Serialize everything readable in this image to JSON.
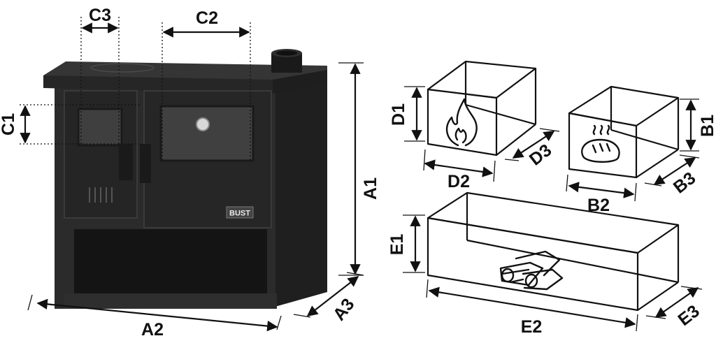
{
  "labels": {
    "a1": "A1",
    "a2": "A2",
    "a3": "A3",
    "b1": "B1",
    "b2": "B2",
    "b3": "B3",
    "c1": "C1",
    "c2": "C2",
    "c3": "C3",
    "d1": "D1",
    "d2": "D2",
    "d3": "D3",
    "e1": "E1",
    "e2": "E2",
    "e3": "E3"
  },
  "brand": "BUST",
  "colors": {
    "stove_body": "#2b2b2b",
    "stove_top": "#323232",
    "stove_dark": "#1c1c1c",
    "line": "#111111",
    "background": "#ffffff"
  },
  "icons": [
    "fire-icon",
    "bread-icon",
    "firewood-icon"
  ]
}
